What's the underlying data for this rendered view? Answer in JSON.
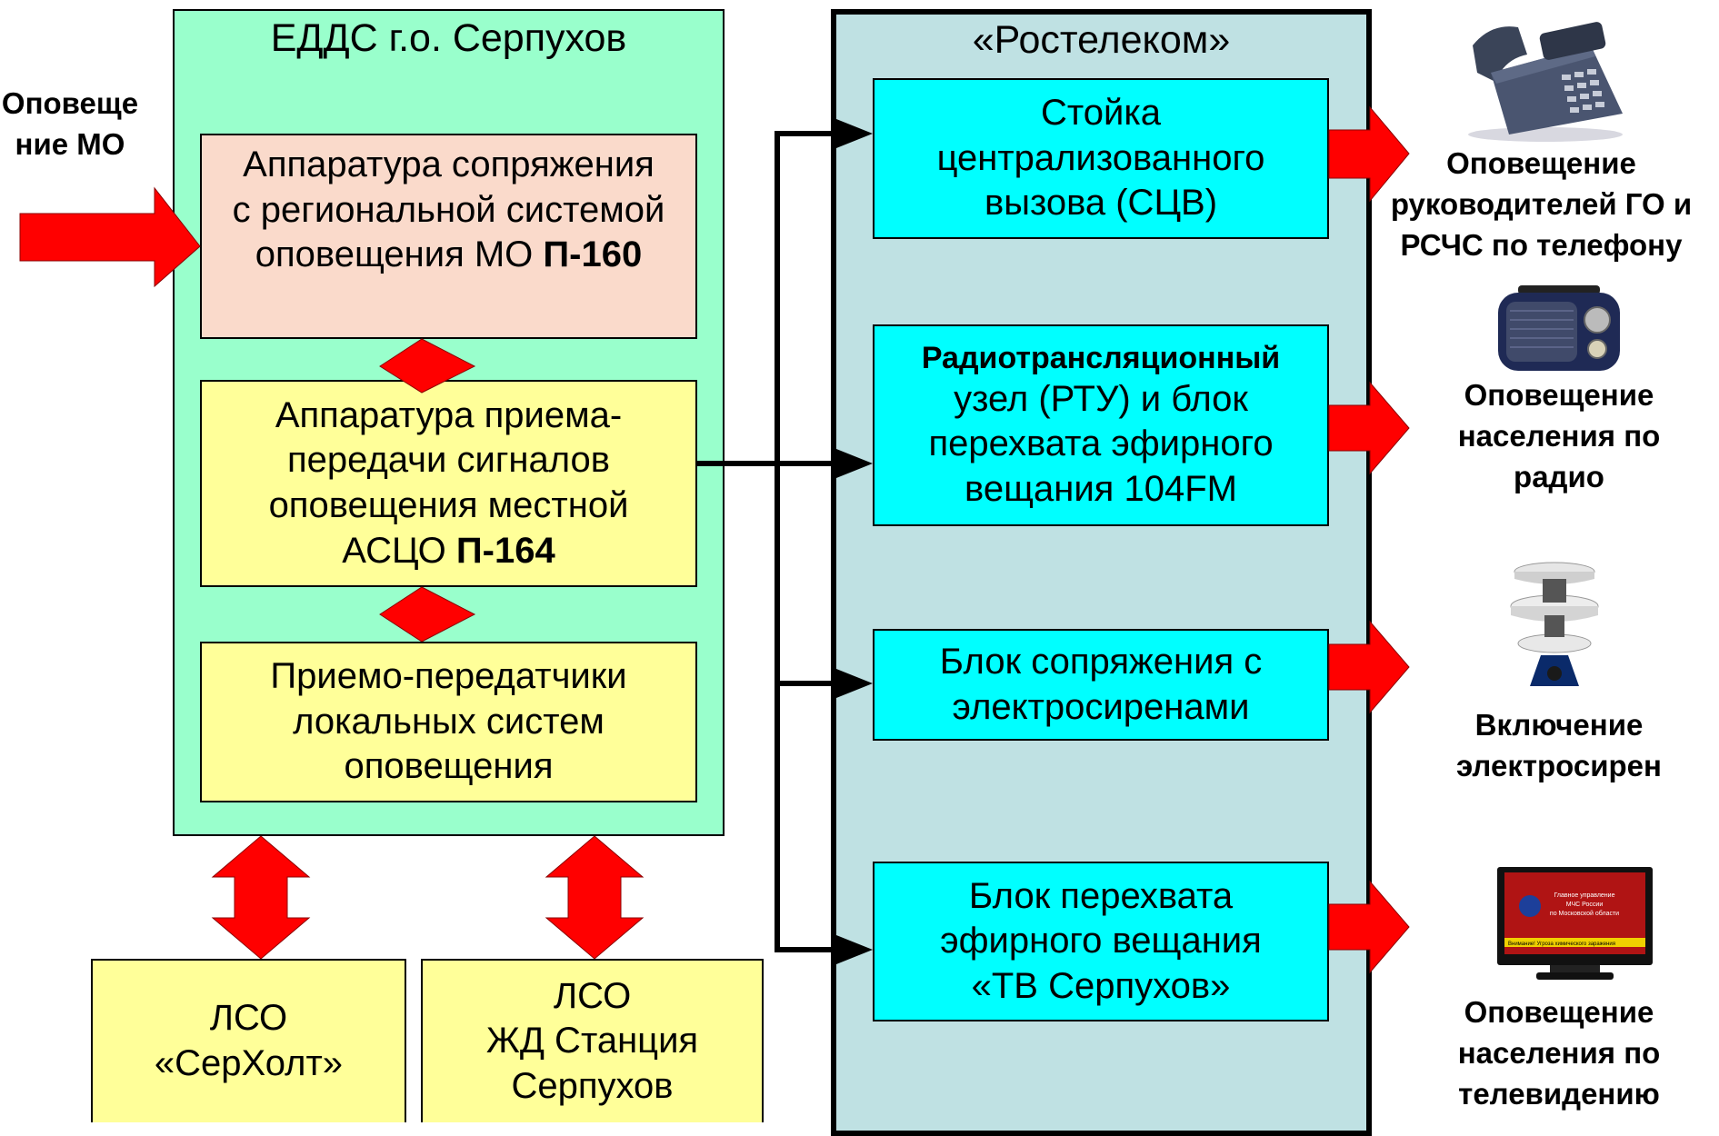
{
  "colors": {
    "edds_bg": "#99FFCC",
    "rostelecom_bg": "#BFE1E3",
    "pink": "#FADACB",
    "yellow": "#FFFF99",
    "cyan": "#00FFFF",
    "arrow_red": "#FF0000"
  },
  "input": {
    "text": "Оповеще\nние МО"
  },
  "edds": {
    "title": "ЕДДС г.о. Серпухов",
    "box1": {
      "text": "Аппаратура сопряжения\nс региональной системой\nоповещения МО",
      "bold": "П-160"
    },
    "box2": {
      "text": "Аппаратура приема-\nпередачи сигналов\nоповещения местной\nАСЦО",
      "bold": "П-164"
    },
    "box3": {
      "text": "Приемо-передатчики\nлокальных систем\nоповещения"
    }
  },
  "lso": {
    "serholt": "ЛСО\n«СерХолт»",
    "zd": "ЛСО\nЖД Станция\nСерпухов"
  },
  "rostelecom": {
    "title": "«Ростелеком»",
    "box1": "Стойка\nцентрализованного\nвызова (СЦВ)",
    "box2": {
      "bold": "Радиотрансляционный",
      "text": "узел (РТУ) и блок\nперехвата эфирного\nвещания 104FM"
    },
    "box3": "Блок сопряжения с\nэлектросиренами",
    "box4": "Блок перехвата\nэфирного вещания\n«ТВ Серпухов»"
  },
  "outputs": {
    "phone": "Оповещение\nруководителей ГО и\nРСЧС по телефону",
    "radio": "Оповещение\nнаселения по\nрадио",
    "siren": "Включение\nэлектросирен",
    "tv": "Оповещение\nнаселения по\nтелевидению"
  },
  "icons": {
    "phone": "desk-phone-icon",
    "radio": "radio-receiver-icon",
    "siren": "electric-siren-icon",
    "tv": "tv-screen-icon"
  },
  "tv_screen": {
    "line1": "Главное управление",
    "line2": "МЧС России",
    "line3": "по Московской области",
    "ticker": "Внимание! Угроза химического заражения"
  }
}
